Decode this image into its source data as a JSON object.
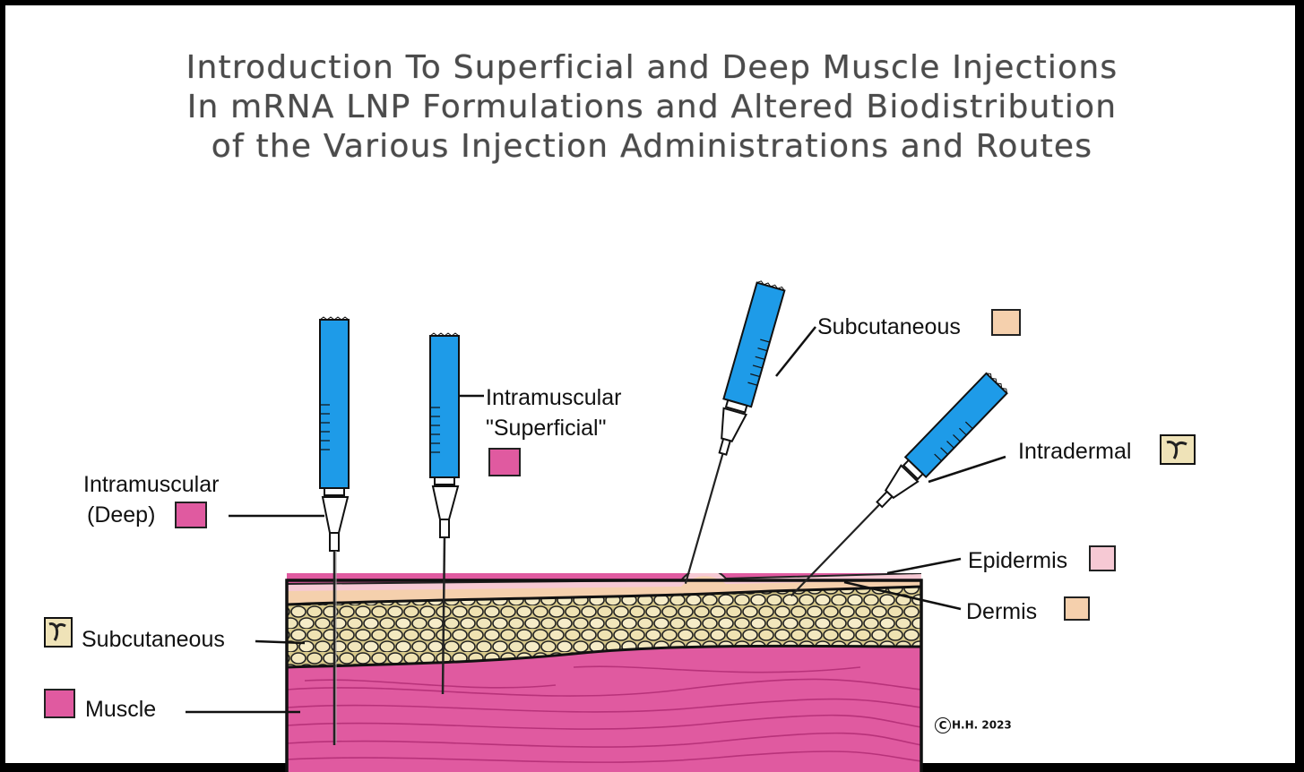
{
  "title": {
    "line1": "Introduction To Superficial and Deep Muscle Injections",
    "line2": "In mRNA LNP Formulations and Altered Biodistribution",
    "line3": "of the Various Injection Administrations and Routes"
  },
  "labels": {
    "im_deep_1": "Intramuscular",
    "im_deep_2": "(Deep)",
    "im_superficial_1": "Intramuscular",
    "im_superficial_2": "\"Superficial\"",
    "subcutaneous_top": "Subcutaneous",
    "intradermal": "Intradermal",
    "epidermis": "Epidermis",
    "dermis": "Dermis",
    "subcutaneous_left": "Subcutaneous",
    "muscle": "Muscle"
  },
  "copyright": {
    "symbol": "C",
    "text": "H.H. 2023"
  },
  "colors": {
    "syringe": "#1e9be8",
    "muscle": "#e05aa0",
    "skin": "#f5d0ad",
    "epidermis": "#f6c9d4",
    "fat": "#efe3b8"
  }
}
